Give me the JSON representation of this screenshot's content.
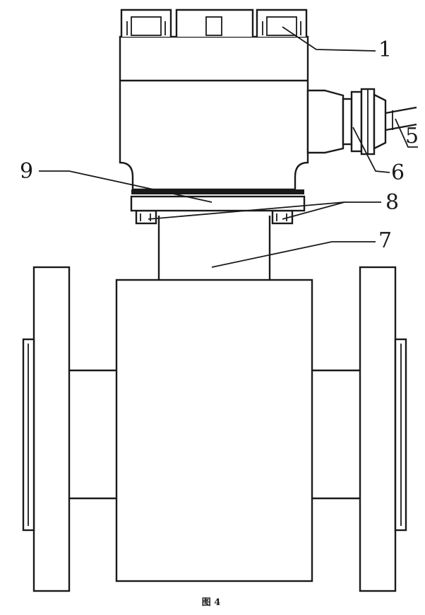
{
  "figure": {
    "caption": "图 4",
    "callouts": [
      {
        "id": "1",
        "label": "1"
      },
      {
        "id": "5",
        "label": "5"
      },
      {
        "id": "6",
        "label": "6"
      },
      {
        "id": "7",
        "label": "7"
      },
      {
        "id": "8",
        "label": "8"
      },
      {
        "id": "9",
        "label": "9"
      }
    ]
  }
}
